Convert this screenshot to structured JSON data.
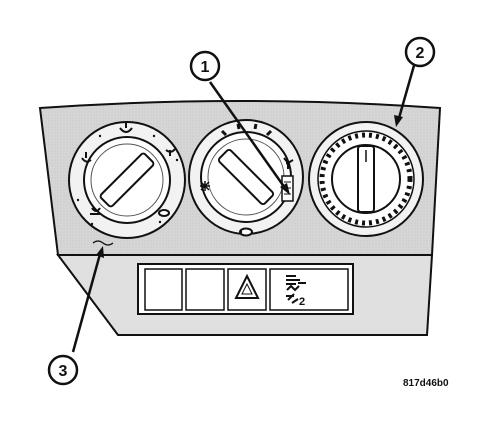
{
  "callouts": [
    {
      "id": "callout-1",
      "label": "1"
    },
    {
      "id": "callout-2",
      "label": "2"
    },
    {
      "id": "callout-3",
      "label": "3"
    }
  ],
  "switch_panel": {
    "seat_heat_label": "2"
  },
  "figure_code": "817d46b0",
  "colors": {
    "panel_fill": "#d6d6d6",
    "lower_panel_fill": "#e0e0e0",
    "outline": "#111111",
    "knob_fill": "#ffffff"
  },
  "icons": {
    "mode_knob": [
      "defrost-vent-icon",
      "floor-icon",
      "face-vent-icon",
      "windshield-defrost-icon"
    ],
    "fan_knob": [
      "fan-icon",
      "recirculation-icon",
      "ac-snowflake-icon"
    ],
    "switches": [
      "hazard-triangle-icon",
      "rear-defrost-icon",
      "heated-seat-icon"
    ]
  }
}
